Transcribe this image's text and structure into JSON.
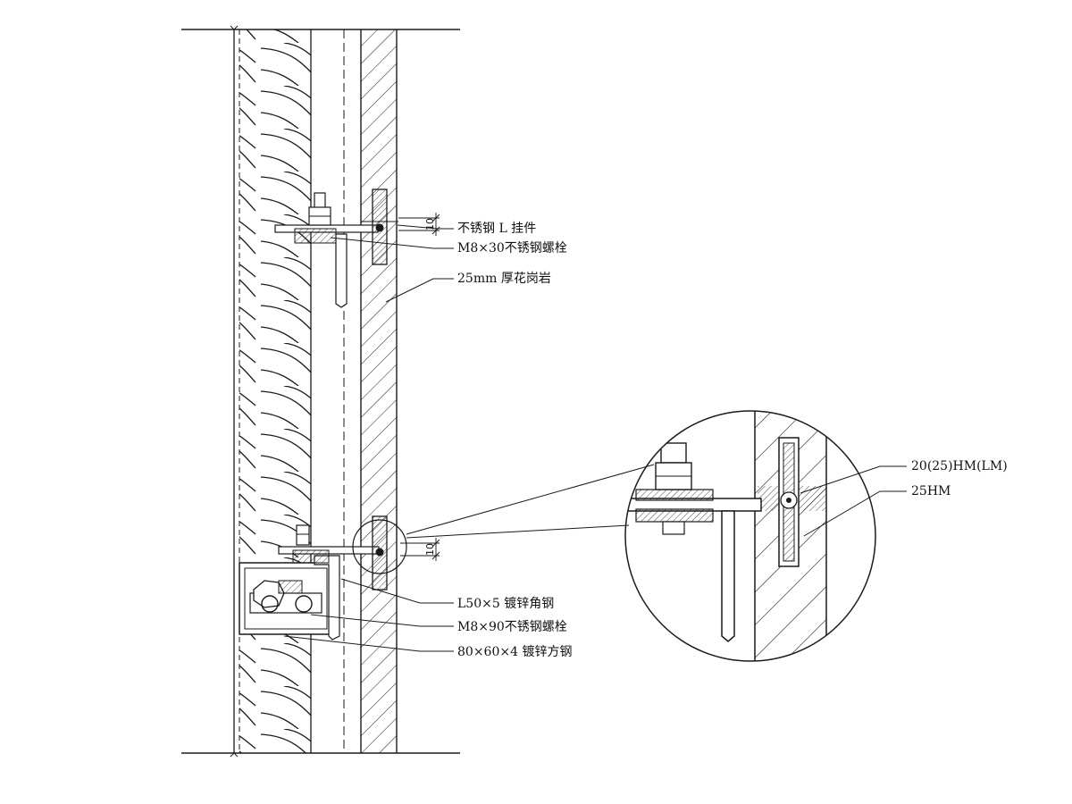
{
  "labels": {
    "l_hanger": "不锈钢 L 挂件",
    "bolt_m8x30": "M8×30不锈钢螺栓",
    "granite": "25mm 厚花岗岩",
    "angle_steel": "L50×5 镀锌角钢",
    "bolt_m8x90": "M8×90不锈钢螺栓",
    "square_steel": "80×60×4 镀锌方钢",
    "sealant_1": "20(25)HM(LM)",
    "sealant_2": "25HM"
  },
  "dimensions": {
    "upper": "10",
    "lower": "10"
  },
  "colors": {
    "line": "#1a1a1a",
    "background": "#ffffff"
  }
}
